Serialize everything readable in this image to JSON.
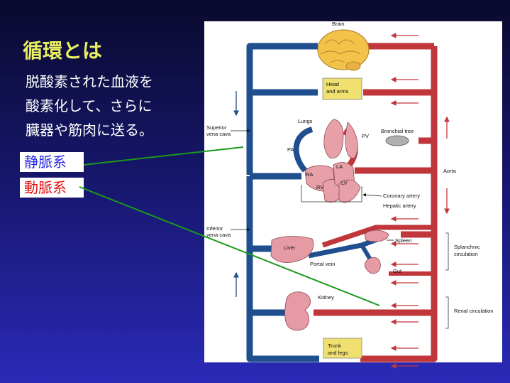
{
  "slide": {
    "title": "循環とは",
    "description_lines": [
      "脱酸素された血液を",
      "酸素化して、さらに",
      "臓器や筋肉に送る。"
    ],
    "legend": {
      "vein": "静脈系",
      "artery": "動脈系"
    }
  },
  "diagram": {
    "labels": {
      "brain": "Brain",
      "head_arms_1": "Head",
      "head_arms_2": "and arms",
      "sup_vc_1": "Superior",
      "sup_vc_2": "vena cava",
      "lungs": "Lungs",
      "bronchial": "Bronchial tree",
      "pv": "PV",
      "pa": "PA",
      "la": "LA",
      "ra": "RA",
      "rv": "RV",
      "lv": "LV",
      "aorta": "Aorta",
      "coronary": "Coronary artery",
      "hepatic": "Hepatic artery",
      "inf_vc_1": "Inferior",
      "inf_vc_2": "vena cava",
      "liver": "Liver",
      "spleen": "Spleen",
      "portal": "Portal vein",
      "gut": "Gut",
      "splanchnic_1": "Splanchnic",
      "splanchnic_2": "circulation",
      "kidney": "Kidney",
      "renal": "Renal circulation",
      "trunk_1": "Trunk",
      "trunk_2": "and legs"
    }
  },
  "colors": {
    "title": "#e8f060",
    "vein": "#1f4f8f",
    "artery": "#c0363a",
    "pointer_line": "#1a9a1a",
    "box_fill": "#f0e070"
  }
}
